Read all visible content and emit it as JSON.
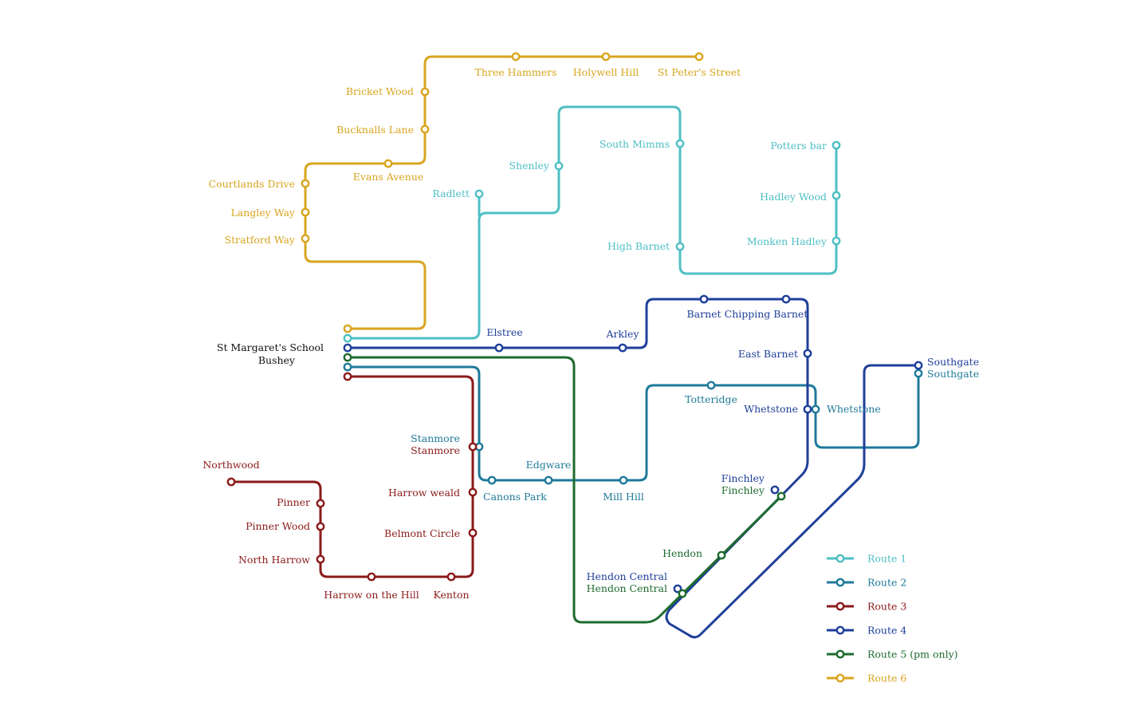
{
  "hub": {
    "line1": "St Margaret's School",
    "line2": "Bushey"
  },
  "routes": [
    {
      "id": "r1",
      "name": "Route 1",
      "color": "#4fbfc4",
      "stations": [
        "Radlett",
        "Shenley",
        "South Mimms",
        "High Barnet",
        "Potters bar",
        "Hadley Wood",
        "Monken Hadley"
      ]
    },
    {
      "id": "r2",
      "name": "Route 2",
      "color": "#1f7a9a",
      "stations": [
        "Stanmore",
        "Canons Park",
        "Edgware",
        "Mill Hill",
        "Totteridge",
        "Whetstone",
        "Southgate"
      ]
    },
    {
      "id": "r3",
      "name": "Route 3",
      "color": "#8b1a1a",
      "stations": [
        "Stanmore",
        "Harrow weald",
        "Belmont Circle",
        "Kenton",
        "Harrow on the Hill",
        "North Harrow",
        "Pinner Wood",
        "Pinner",
        "Northwood"
      ]
    },
    {
      "id": "r4",
      "name": "Route 4",
      "color": "#1f3f9a",
      "stations": [
        "Elstree",
        "Arkley",
        "Barnet",
        "Chipping Barnet",
        "East Barnet",
        "Whetstone",
        "Finchley",
        "Hendon Central",
        "Southgate"
      ]
    },
    {
      "id": "r5",
      "name": "Route 5 (pm only)",
      "color": "#1e6b2e",
      "stations": [
        "Hendon Central",
        "Hendon",
        "Finchley"
      ]
    },
    {
      "id": "r6",
      "name": "Route 6",
      "color": "#d9a520",
      "stations": [
        "Stratford Way",
        "Langley Way",
        "Courtlands Drive",
        "Evans Avenue",
        "Bucknalls Lane",
        "Bricket Wood",
        "Three Hammers",
        "Holywell Hill",
        "St Peter's Street"
      ]
    }
  ]
}
